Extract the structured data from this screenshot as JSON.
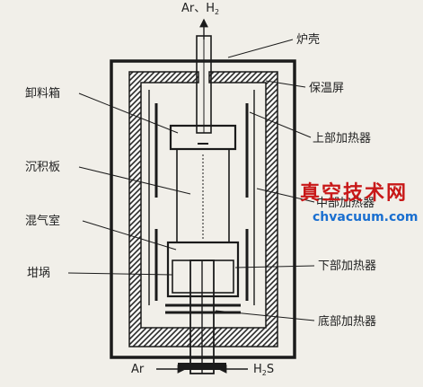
{
  "labels": {
    "gas_out": "Ar、H",
    "gas_out_sub": "2",
    "furnace_shell": "炉壳",
    "insulation_screen": "保温屏",
    "upper_heater": "上部加热器",
    "middle_heater": "中部加热器",
    "lower_heater": "下部加热器",
    "bottom_heater": "底部加热器",
    "unloading_box": "卸料箱",
    "deposition_plate": "沉积板",
    "mixing_chamber": "混气室",
    "crucible": "坩埚",
    "gas_in_left": "Ar",
    "gas_in_right_main": "H",
    "gas_in_right_sub": "2",
    "gas_in_right_tail": "S"
  },
  "watermark": {
    "chinese": "真空技术网",
    "url": "chvacuum.com"
  },
  "colors": {
    "background": "#f1efe9",
    "line": "#1b1b1b",
    "insulation_fill": "#2b2b2b",
    "watermark_red": "#c81818",
    "watermark_blue": "#1a6fd0"
  }
}
